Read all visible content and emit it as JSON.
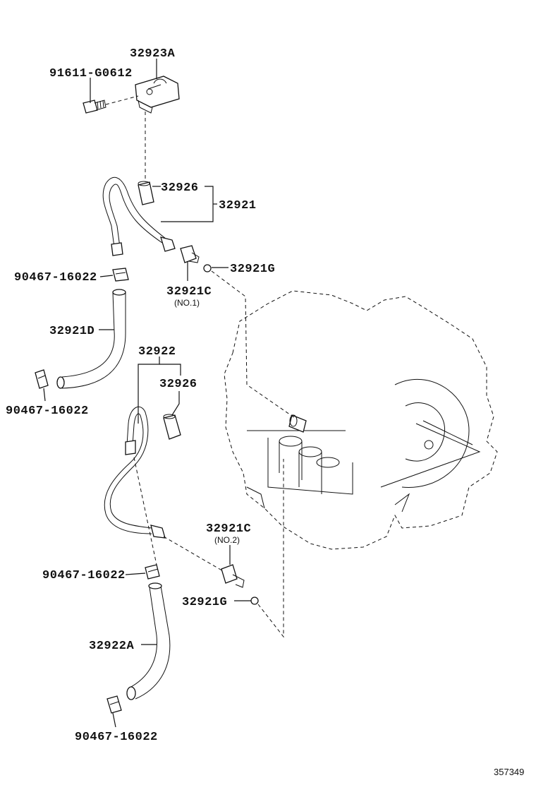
{
  "labels": {
    "p32923A": "32923A",
    "p91611": "91611-G0612",
    "p32926a": "32926",
    "p32921": "32921",
    "p32921Ga": "32921G",
    "p90467a": "90467-16022",
    "p32921Ca": "32921C",
    "p32921Ca_sub": "(NO.1)",
    "p32921D": "32921D",
    "p32922": "32922",
    "p32926b": "32926",
    "p90467b": "90467-16022",
    "p32921Cb": "32921C",
    "p32921Cb_sub": "(NO.2)",
    "p90467c": "90467-16022",
    "p32921Gb": "32921G",
    "p32922A": "32922A",
    "p90467d": "90467-16022"
  },
  "reference_number": "357349"
}
